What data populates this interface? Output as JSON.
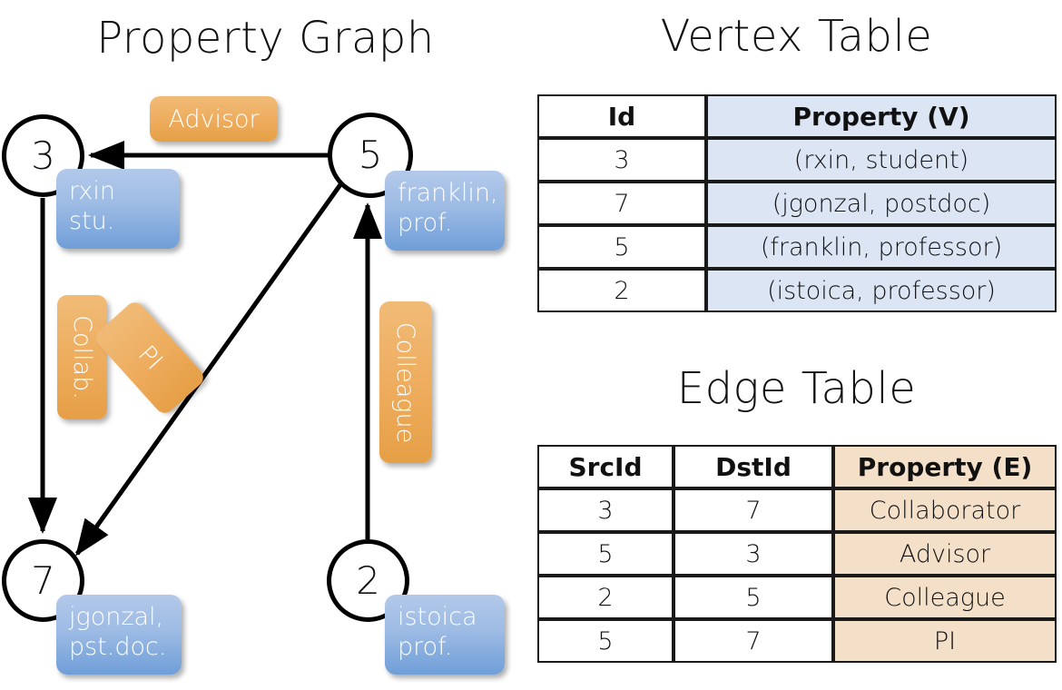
{
  "titles": {
    "property_graph": "Property Graph",
    "vertex_table": "Vertex Table",
    "edge_table": "Edge Table"
  },
  "graph": {
    "nodes": [
      {
        "id": "3",
        "property": "rxin\nstu."
      },
      {
        "id": "5",
        "property": "franklin,\nprof."
      },
      {
        "id": "7",
        "property": "jgonzal,\npst.doc."
      },
      {
        "id": "2",
        "property": "istoica\nprof."
      }
    ],
    "edge_labels": [
      {
        "name": "advisor",
        "text": "Advisor"
      },
      {
        "name": "collab",
        "text": "Collab."
      },
      {
        "name": "pi",
        "text": "PI"
      },
      {
        "name": "colleague",
        "text": "Colleague"
      }
    ]
  },
  "vertex_table": {
    "headers": [
      "Id",
      "Property (V)"
    ],
    "rows": [
      {
        "id": "3",
        "property": "(rxin, student)"
      },
      {
        "id": "7",
        "property": "(jgonzal, postdoc)"
      },
      {
        "id": "5",
        "property": "(franklin, professor)"
      },
      {
        "id": "2",
        "property": "(istoica, professor)"
      }
    ]
  },
  "edge_table": {
    "headers": [
      "SrcId",
      "DstId",
      "Property (E)"
    ],
    "rows": [
      {
        "src": "3",
        "dst": "7",
        "property": "Collaborator"
      },
      {
        "src": "5",
        "dst": "3",
        "property": "Advisor"
      },
      {
        "src": "2",
        "dst": "5",
        "property": "Colleague"
      },
      {
        "src": "5",
        "dst": "7",
        "property": "PI"
      }
    ]
  },
  "colors": {
    "vertex_property_fill": "#dbe5f4",
    "edge_property_fill": "#f4e0c8",
    "node_box_blue": "#6f9ed8",
    "edge_label_orange": "#eead5f",
    "stroke": "#000000"
  }
}
